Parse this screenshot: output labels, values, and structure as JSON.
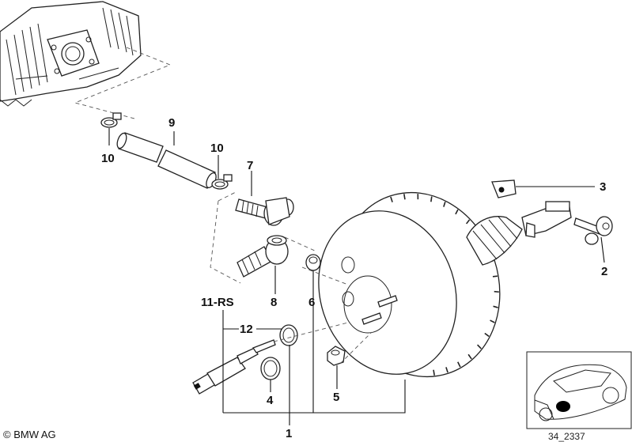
{
  "labels": {
    "l1": "1",
    "l2": "2",
    "l3": "3",
    "l4": "4",
    "l5": "5",
    "l6": "6",
    "l7": "7",
    "l8": "8",
    "l9": "9",
    "l10a": "10",
    "l10b": "10",
    "l11": "11-RS",
    "l12": "12"
  },
  "footer": {
    "copyright": "© BMW AG",
    "diagram_id": "34_2337"
  }
}
